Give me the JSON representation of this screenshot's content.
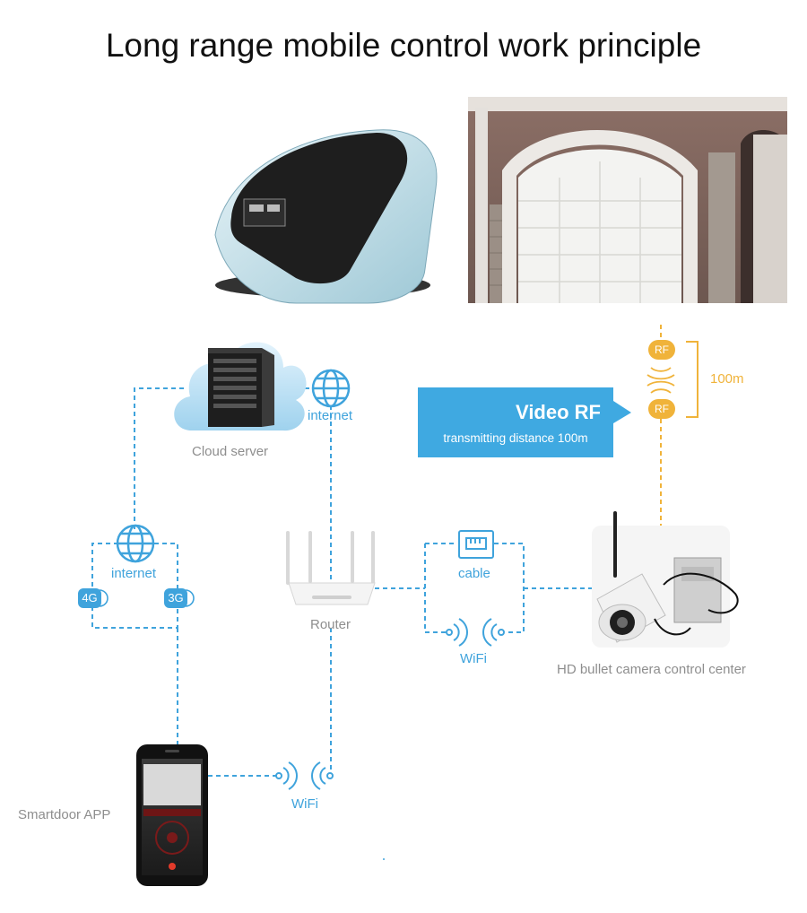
{
  "title": "Long range mobile control work principle",
  "labels": {
    "cloud_server": "Cloud server",
    "internet_top": "internet",
    "internet_left": "internet",
    "router": "Router",
    "cable": "cable",
    "wifi_right": "WiFi",
    "wifi_bottom": "WiFi",
    "camera": "HD bullet camera control center",
    "app": "Smartdoor APP",
    "distance": "100m"
  },
  "callout": {
    "main": "Video RF",
    "sub": "transmitting distance 100m"
  },
  "badges": {
    "g4": "4G",
    "g3": "3G",
    "rf1": "RF",
    "rf2": "RF"
  },
  "colors": {
    "blue": "#3fa3dc",
    "callout": "#3fa9e1",
    "orange": "#f0b33a",
    "gray_text": "#8e8e8e"
  }
}
